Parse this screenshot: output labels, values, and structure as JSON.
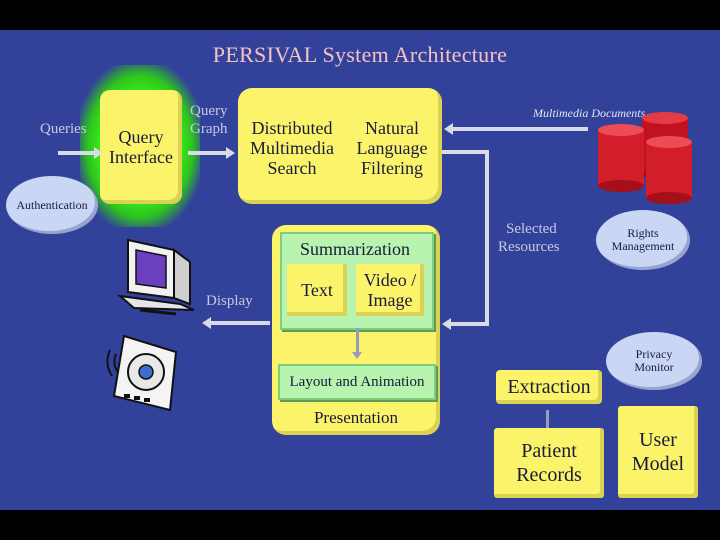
{
  "title": "PERSIVAL System Architecture",
  "labels": {
    "queries": "Queries",
    "query_graph_1": "Query",
    "query_graph_2": "Graph",
    "multimedia_documents": "Multimedia Documents",
    "selected_resources_1": "Selected",
    "selected_resources_2": "Resources",
    "display": "Display"
  },
  "boxes": {
    "query_interface_1": "Query",
    "query_interface_2": "Interface",
    "dist_search_1": "Distributed",
    "dist_search_2": "Multimedia",
    "dist_search_3": "Search",
    "nl_filtering_1": "Natural",
    "nl_filtering_2": "Language",
    "nl_filtering_3": "Filtering",
    "summarization": "Summarization",
    "text": "Text",
    "video_image_1": "Video /",
    "video_image_2": "Image",
    "layout_animation": "Layout and Animation",
    "presentation": "Presentation",
    "extraction": "Extraction",
    "patient_records_1": "Patient",
    "patient_records_2": "Records",
    "user_model_1": "User",
    "user_model_2": "Model"
  },
  "ellipses": {
    "authentication": "Authentication",
    "rights_1": "Rights",
    "rights_2": "Management",
    "privacy_1": "Privacy",
    "privacy_2": "Monitor"
  },
  "colors": {
    "background": "#32429a",
    "box_yellow": "#fbf36a",
    "box_green": "#b8f4b0",
    "glow": "#39ff14",
    "database_red": "#d21d2a",
    "title": "#f5c2c2"
  },
  "icons": [
    "monitor-icon",
    "cd-player-icon",
    "database-icon"
  ]
}
